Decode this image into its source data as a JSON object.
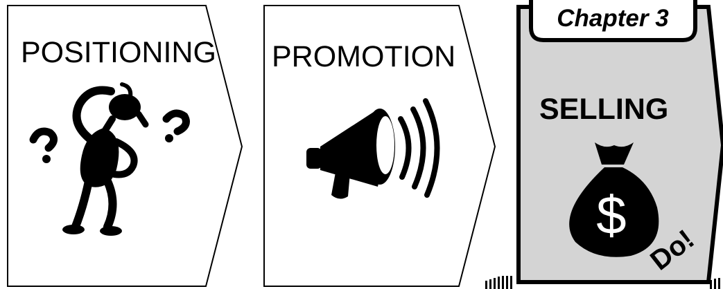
{
  "steps": [
    {
      "label": "POSITIONING",
      "icon": "confused-person-icon",
      "fill": "#ffffff"
    },
    {
      "label": "PROMOTION",
      "icon": "megaphone-icon",
      "fill": "#ffffff"
    },
    {
      "label": "SELLING",
      "icon": "money-bag-icon",
      "fill": "#d4d4d4",
      "tab": "Chapter 3",
      "bag_symbol": "$",
      "stamp": "Do!"
    }
  ],
  "colors": {
    "outline": "#000000",
    "highlight": "#d4d4d4",
    "icon": "#000000"
  }
}
